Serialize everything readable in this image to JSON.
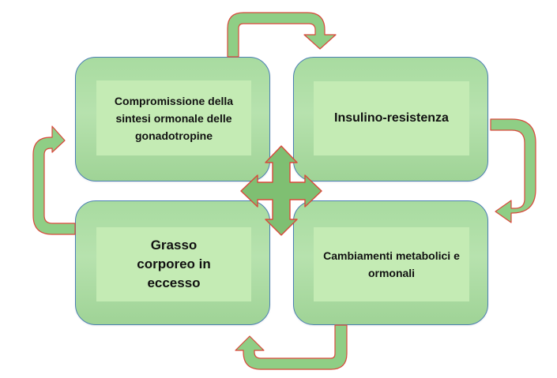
{
  "diagram": {
    "boxes": [
      {
        "id": "top-left",
        "label": "Compromissione della sintesi ormonale delle gonadotropine"
      },
      {
        "id": "top-right",
        "label": "Insulino-resistenza"
      },
      {
        "id": "bottom-left",
        "label": "Grasso corporeo in eccesso"
      },
      {
        "id": "bottom-right",
        "label": "Cambiamenti metabolici e ormonali"
      }
    ],
    "colors": {
      "box_fill": "#a8dba0",
      "box_inner": "#c4ebb4",
      "box_border": "#4a7fb3",
      "arrow_fill": "#8fce85",
      "arrow_stroke": "#d9483b",
      "center_fill": "#7fbf72"
    },
    "flow_direction": "clockwise"
  }
}
